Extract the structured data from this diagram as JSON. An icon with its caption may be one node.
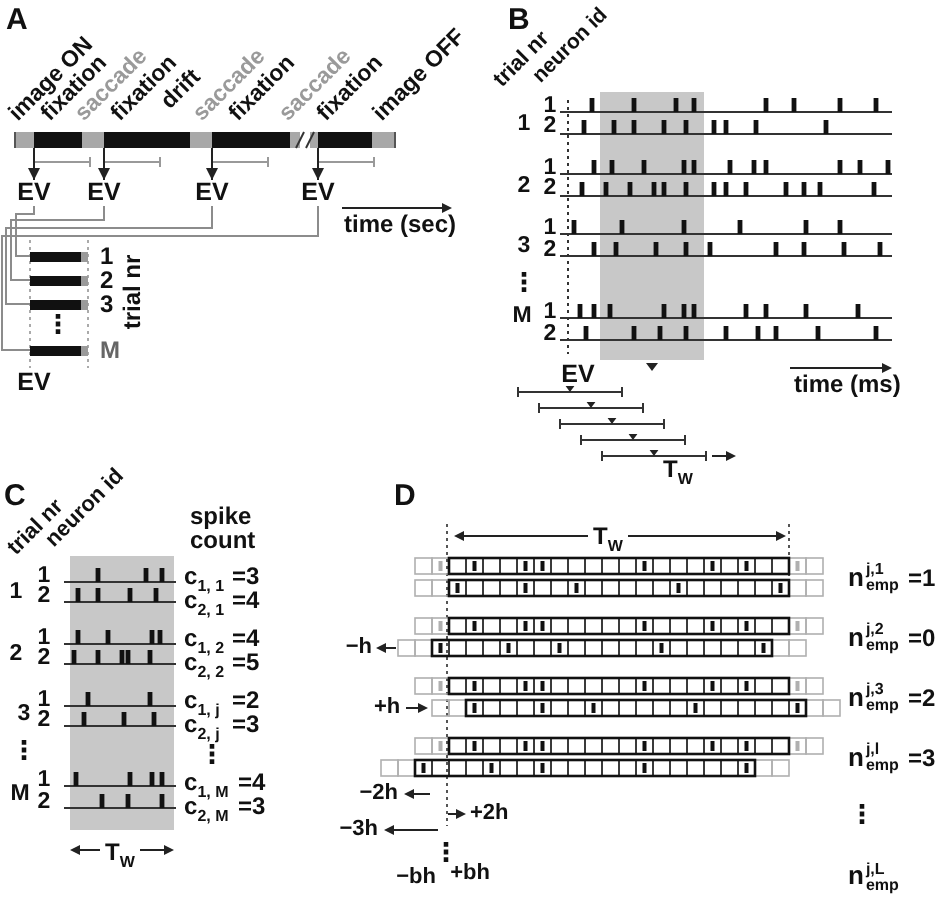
{
  "diagram": {
    "nodes": [
      {
        "text": [],
        "shape": "bar",
        "beside": [
          "image ON",
          "fixation",
          "saccade",
          "fixation",
          "drift",
          "saccade",
          "fixation",
          "saccade",
          "fixation",
          "image OFF"
        ]
      },
      {
        "text": [
          "EV"
        ]
      },
      {
        "text": [
          "EV"
        ]
      },
      {
        "text": [
          "EV"
        ]
      },
      {
        "text": [
          "EV"
        ]
      },
      {
        "text": [],
        "shape": "bar",
        "beside": [
          "1"
        ]
      },
      {
        "text": [],
        "shape": "bar",
        "beside": [
          "2"
        ]
      },
      {
        "text": [],
        "shape": "bar",
        "beside": [
          "3"
        ]
      },
      {
        "text": [],
        "shape": "bar",
        "beside": [
          "M"
        ]
      }
    ],
    "edges": [
      {
        "from": 0,
        "to": 1,
        "arrow": "to"
      },
      {
        "from": 0,
        "to": 2,
        "arrow": "to"
      },
      {
        "from": 0,
        "to": 3,
        "arrow": "to"
      },
      {
        "from": 0,
        "to": 4,
        "arrow": "to"
      },
      {
        "from": 1,
        "to": 5,
        "arrow": "none",
        "color": "#8c8c8c"
      },
      {
        "from": 2,
        "to": 6,
        "arrow": "none",
        "color": "#8c8c8c"
      },
      {
        "from": 3,
        "to": 7,
        "arrow": "none",
        "color": "#8c8c8c"
      },
      {
        "from": 4,
        "to": 8,
        "arrow": "none",
        "color": "#8c8c8c"
      }
    ],
    "labels": [
      "A",
      "time (sec)",
      "trial nr",
      "⋮",
      "EV",
      "B",
      "trial nr",
      "neuron id",
      "1",
      "1",
      "2",
      "2",
      "1",
      "2",
      "3",
      "1",
      "2",
      "⋮",
      "M",
      "1",
      "2",
      "EV",
      "time (ms)",
      "T$_{W}$",
      "C",
      "trial nr",
      "neuron id",
      "spike count",
      "1",
      "1",
      "c$_{1, 1}$",
      "=3",
      "2",
      "c$_{2, 1}$",
      "=4",
      "2",
      "1",
      "c$_{1, 2}$",
      "=4",
      "2",
      "c$_{2, 2}$",
      "=5",
      "3",
      "1",
      "c$_{1, j}$",
      "=2",
      "2",
      "c$_{2, j}$",
      "=3",
      "⋮",
      "⋮",
      "M",
      "1",
      "c$_{1, M}$",
      "=4",
      "2",
      "c$_{2, M}$",
      "=3",
      "T$_{W}$",
      "D",
      "T$_{W}$",
      "n$^{j,1}$$_{emp}$",
      "=1",
      "−h",
      "n$^{j,2}$$_{emp}$",
      "=0",
      "+h",
      "n$^{j,3}$$_{emp}$",
      "=2",
      "n$^{j,l}$$_{emp}$",
      "=3",
      "−2h",
      "+2h",
      "⋮",
      "−3h",
      "⋮",
      "−bh",
      "+bh",
      "n$^{j,L}$$_{emp}$"
    ]
  }
}
